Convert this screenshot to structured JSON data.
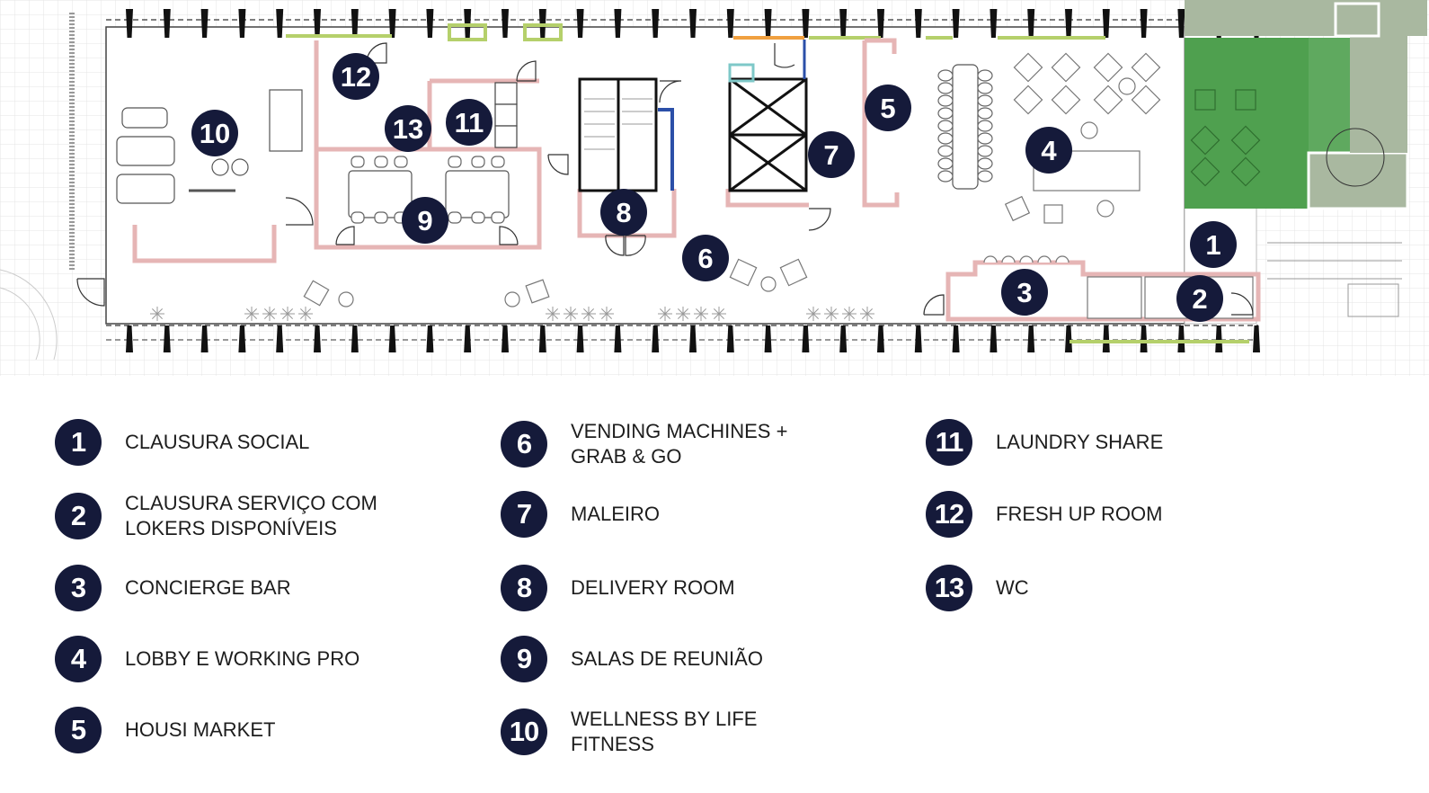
{
  "markers": [
    {
      "n": "1"
    },
    {
      "n": "2"
    },
    {
      "n": "3"
    },
    {
      "n": "4"
    },
    {
      "n": "5"
    },
    {
      "n": "6"
    },
    {
      "n": "7"
    },
    {
      "n": "8"
    },
    {
      "n": "9"
    },
    {
      "n": "10"
    },
    {
      "n": "11"
    },
    {
      "n": "12"
    },
    {
      "n": "13"
    }
  ],
  "legend": [
    {
      "num": "1",
      "label": "CLAUSURA SOCIAL"
    },
    {
      "num": "2",
      "label": "CLAUSURA SERVIÇO COM\nLOKERS DISPONÍVEIS"
    },
    {
      "num": "3",
      "label": "CONCIERGE BAR"
    },
    {
      "num": "4",
      "label": "LOBBY E WORKING PRO"
    },
    {
      "num": "5",
      "label": "HOUSI MARKET"
    },
    {
      "num": "6",
      "label": "VENDING MACHINES +\nGRAB & GO"
    },
    {
      "num": "7",
      "label": "MALEIRO"
    },
    {
      "num": "8",
      "label": "DELIVERY ROOM"
    },
    {
      "num": "9",
      "label": "SALAS DE REUNIÃO"
    },
    {
      "num": "10",
      "label": "WELLNESS BY LIFE\nFITNESS"
    },
    {
      "num": "11",
      "label": "LAUNDRY SHARE"
    },
    {
      "num": "12",
      "label": "FRESH UP ROOM"
    },
    {
      "num": "13",
      "label": "WC"
    }
  ],
  "colors": {
    "badge": "#151a3a",
    "garden": "#4a9e4a",
    "partition": "#e8b4b4",
    "grid": "#e6e6e6"
  }
}
